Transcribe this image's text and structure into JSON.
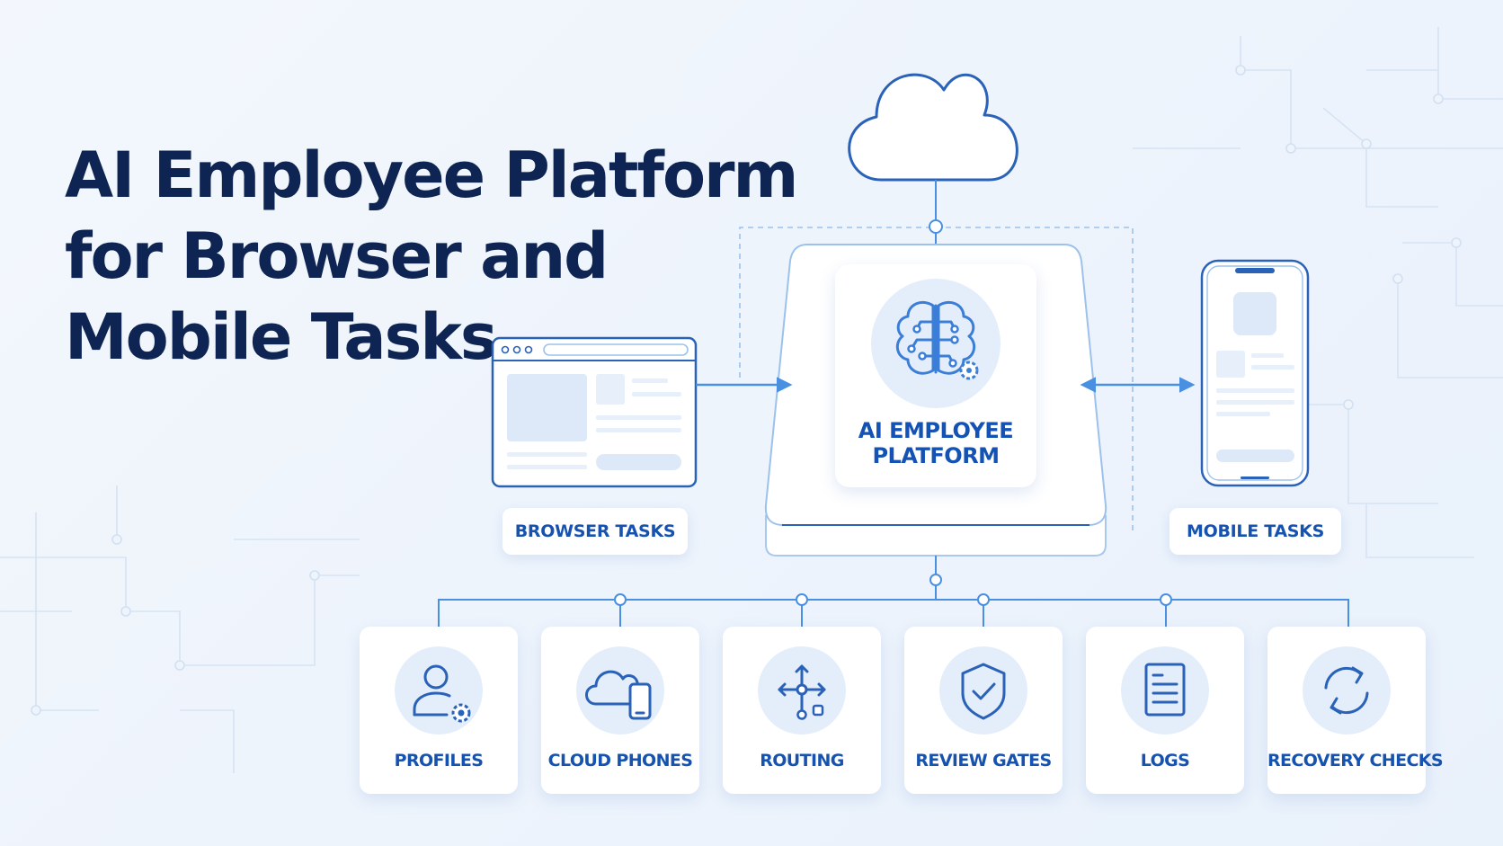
{
  "title": {
    "line1": "AI Employee Platform",
    "line2": "for Browser and",
    "line3": "Mobile Tasks"
  },
  "platform": {
    "line1": "AI EMPLOYEE",
    "line2": "PLATFORM",
    "icon": "brain-gear-icon"
  },
  "cloud": {
    "icon": "cloud-icon"
  },
  "inputs": {
    "browser": {
      "label": "BROWSER TASKS",
      "icon": "browser-window-icon"
    },
    "mobile": {
      "label": "MOBILE TASKS",
      "icon": "smartphone-icon"
    }
  },
  "modules": [
    {
      "label": "PROFILES",
      "icon": "user-gear-icon"
    },
    {
      "label": "CLOUD PHONES",
      "icon": "cloud-phone-icon"
    },
    {
      "label": "ROUTING",
      "icon": "routing-arrows-icon"
    },
    {
      "label": "REVIEW GATES",
      "icon": "shield-check-icon"
    },
    {
      "label": "LOGS",
      "icon": "document-list-icon"
    },
    {
      "label": "RECOVERY CHECKS",
      "icon": "refresh-icon"
    }
  ],
  "colors": {
    "title": "#0e2452",
    "accent": "#1652b0",
    "line": "#4a90e2",
    "background": "#eef4fc"
  }
}
